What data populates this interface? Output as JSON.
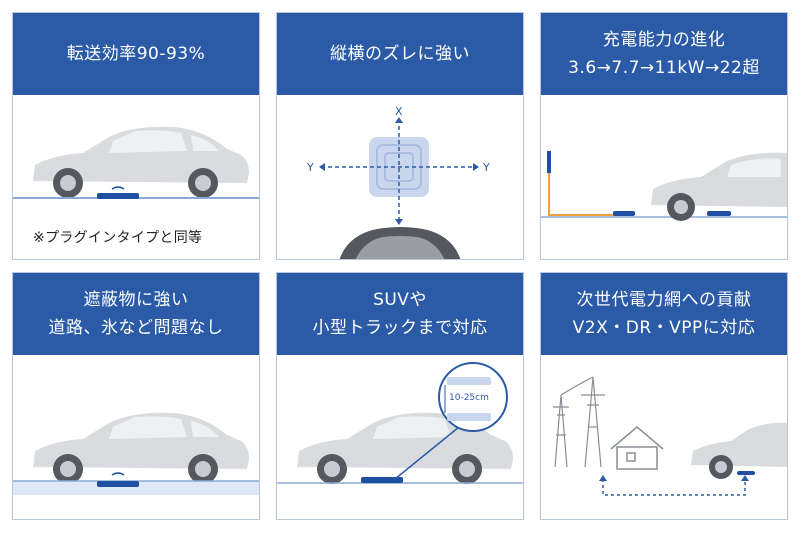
{
  "cards": [
    {
      "title_lines": [
        "転送効率90-93%"
      ],
      "note": "※プラグインタイプと同等"
    },
    {
      "title_lines": [
        "縦横のズレに強い"
      ],
      "axis_labels": {
        "x": "X",
        "y": "Y"
      }
    },
    {
      "title_lines": [
        "充電能力の進化",
        "3.6→7.7→11kW→22超"
      ]
    },
    {
      "title_lines": [
        "遮蔽物に強い",
        "道路、氷など問題なし"
      ]
    },
    {
      "title_lines": [
        "SUVや",
        "小型トラックまで対応"
      ],
      "range_label": "10-25cm"
    },
    {
      "title_lines": [
        "次世代電力網への貢献",
        "V2X・DR・VPPに対応"
      ]
    }
  ],
  "colors": {
    "header": "#2b5ba7",
    "pad": "#1f4fa0",
    "car": "#d9dbde",
    "car_dark": "#55595f",
    "ground": "#8aa8d6",
    "cable": "#f0a23a"
  },
  "icons": [
    "car-icon",
    "charging-pad-icon",
    "house-icon",
    "power-tower-icon",
    "wall-charger-icon",
    "magnifier-icon"
  ]
}
